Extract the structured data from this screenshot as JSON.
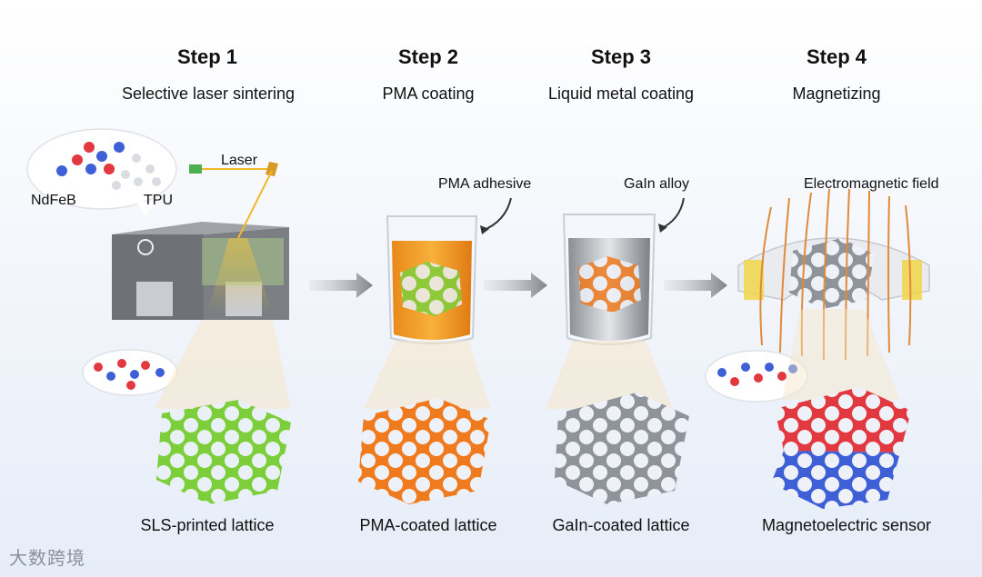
{
  "steps": [
    {
      "title": "Step 1",
      "subtitle": "Selective laser sintering",
      "result": "SLS-printed lattice"
    },
    {
      "title": "Step 2",
      "subtitle": "PMA coating",
      "result": "PMA-coated lattice"
    },
    {
      "title": "Step 3",
      "subtitle": "Liquid metal coating",
      "result": "GaIn-coated lattice"
    },
    {
      "title": "Step 4",
      "subtitle": "Magnetizing",
      "result": "Magnetoelectric sensor"
    }
  ],
  "annotations": {
    "laser": "Laser",
    "ndfeb": "NdFeB",
    "tpu": "TPU",
    "pma_adhesive": "PMA adhesive",
    "gain_alloy": "GaIn alloy",
    "em_field": "Electromagnetic field"
  },
  "watermark": "大数跨境",
  "colors": {
    "green_lattice": "#7ccf3a",
    "orange_lattice": "#f07a1e",
    "silver_lattice": "#9ea3a8",
    "magnet_red": "#e2383f",
    "magnet_blue": "#3f5fd6",
    "orange_liquid": "#f39a1e",
    "process_arrow": "#8b8f95"
  }
}
